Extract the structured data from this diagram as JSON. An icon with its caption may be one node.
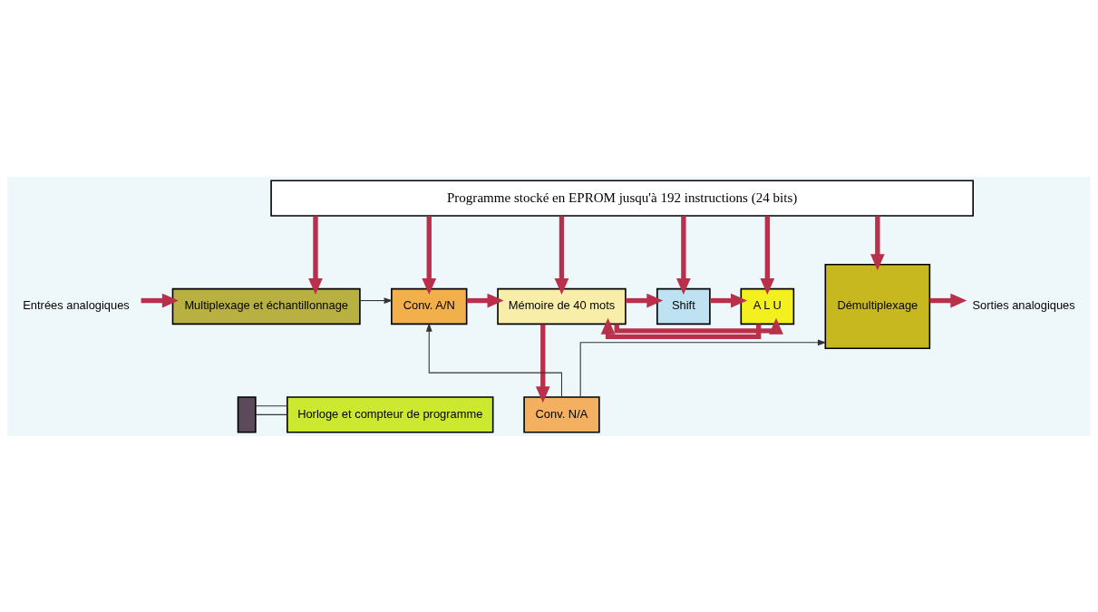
{
  "diagram": {
    "nodes": [
      {
        "text": [
          "Programme stocké en EPROM jusqu'à 192 instructions (24 bits)"
        ]
      },
      {
        "text": [
          "Multiplexage et échantillonnage"
        ]
      },
      {
        "text": [
          "Conv. A/N"
        ]
      },
      {
        "text": [
          "Mémoire de 40 mots"
        ]
      },
      {
        "text": [
          "Shift"
        ]
      },
      {
        "text": [
          "A L U"
        ]
      },
      {
        "text": [
          "Démultiplexage"
        ]
      },
      {
        "text": [
          "Horloge et compteur de programme"
        ]
      },
      {
        "text": [
          "Conv. N/A"
        ]
      },
      {
        "text": [],
        "shape": "box"
      },
      {
        "text": [
          "Entrées analogiques"
        ]
      },
      {
        "text": [
          "Sorties analogiques"
        ]
      }
    ],
    "edges": [
      {
        "from": 0,
        "to": 1,
        "arrow": "to"
      },
      {
        "from": 0,
        "to": 2,
        "arrow": "to"
      },
      {
        "from": 0,
        "to": 3,
        "arrow": "to"
      },
      {
        "from": 0,
        "to": 4,
        "arrow": "to"
      },
      {
        "from": 0,
        "to": 5,
        "arrow": "to"
      },
      {
        "from": 0,
        "to": 6,
        "arrow": "to"
      },
      {
        "from": 10,
        "to": 1,
        "arrow": "to"
      },
      {
        "from": 1,
        "to": 2,
        "arrow": "to",
        "color": "#333333"
      },
      {
        "from": 2,
        "to": 3,
        "arrow": "to"
      },
      {
        "from": 3,
        "to": 4,
        "arrow": "to"
      },
      {
        "from": 4,
        "to": 5,
        "arrow": "to"
      },
      {
        "from": 3,
        "to": 5,
        "arrow": "to"
      },
      {
        "from": 5,
        "to": 3,
        "arrow": "to"
      },
      {
        "from": 3,
        "to": 8,
        "arrow": "to"
      },
      {
        "from": 8,
        "to": 2,
        "arrow": "to",
        "color": "#333333"
      },
      {
        "from": 8,
        "to": 6,
        "arrow": "to",
        "color": "#333333"
      },
      {
        "from": 6,
        "to": 11,
        "arrow": "to"
      },
      {
        "from": 9,
        "to": 7,
        "arrow": "none",
        "color": "#333333"
      },
      {
        "from": 9,
        "to": 7,
        "arrow": "none",
        "color": "#333333"
      }
    ]
  }
}
